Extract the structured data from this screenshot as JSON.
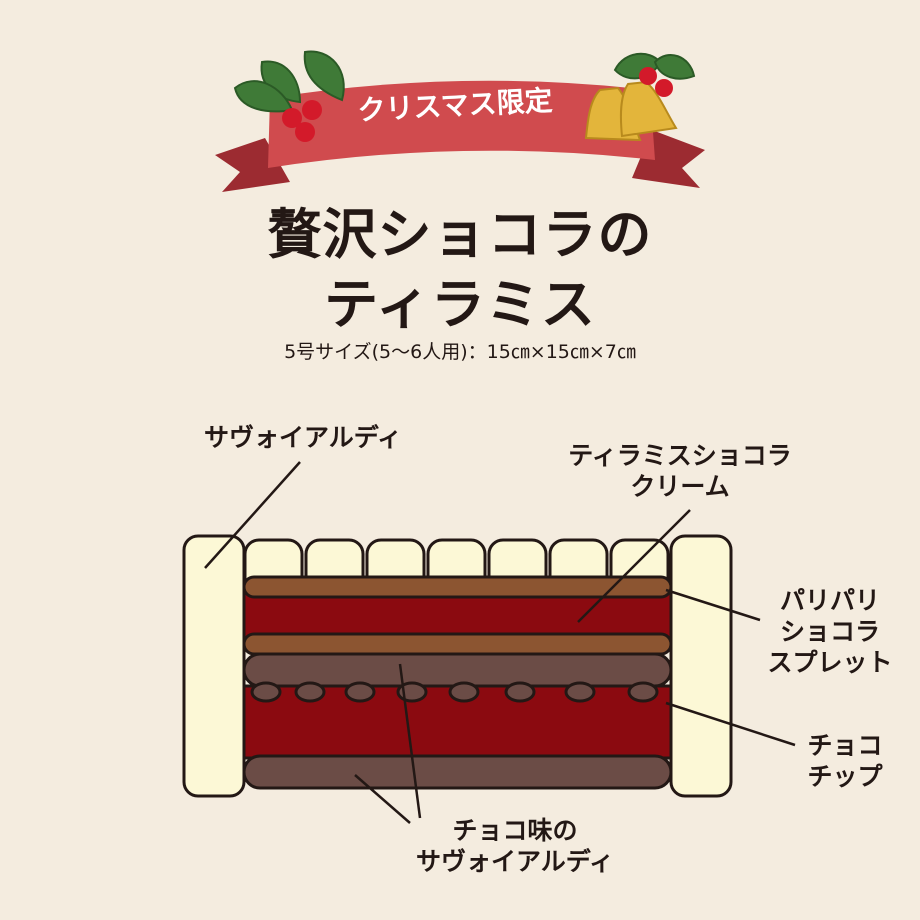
{
  "banner": {
    "text": "クリスマス限定"
  },
  "title": {
    "line1": "贅沢ショコラの",
    "line2": "ティラミス"
  },
  "size_note": "5号サイズ(5～6人用)：15㎝×15㎝×7㎝",
  "labels": {
    "savoiardi": [
      "サヴォイアルディ"
    ],
    "tiramisu_cream": [
      "ティラミスショコラ",
      "クリーム"
    ],
    "paripari_spread": [
      "パリパリ",
      "ショコラ",
      "スプレット"
    ],
    "choco_chip": [
      "チョコ",
      "チップ"
    ],
    "choco_savoiardi": [
      "チョコ味の",
      "サヴォイアルディ"
    ]
  },
  "colors": {
    "background": "#f4ecdf",
    "ribbon": "#d04b4e",
    "ribbon_dark": "#9c2b31",
    "cream_biscuit": "#fcf8d6",
    "tiramisu_cream": "#8b0a10",
    "spread": "#8c5531",
    "choco_biscuit": "#6b4c46",
    "holly": "#3f7a37",
    "berry": "#d31a2a",
    "bell": "#e3b53b",
    "outline": "#231815"
  }
}
